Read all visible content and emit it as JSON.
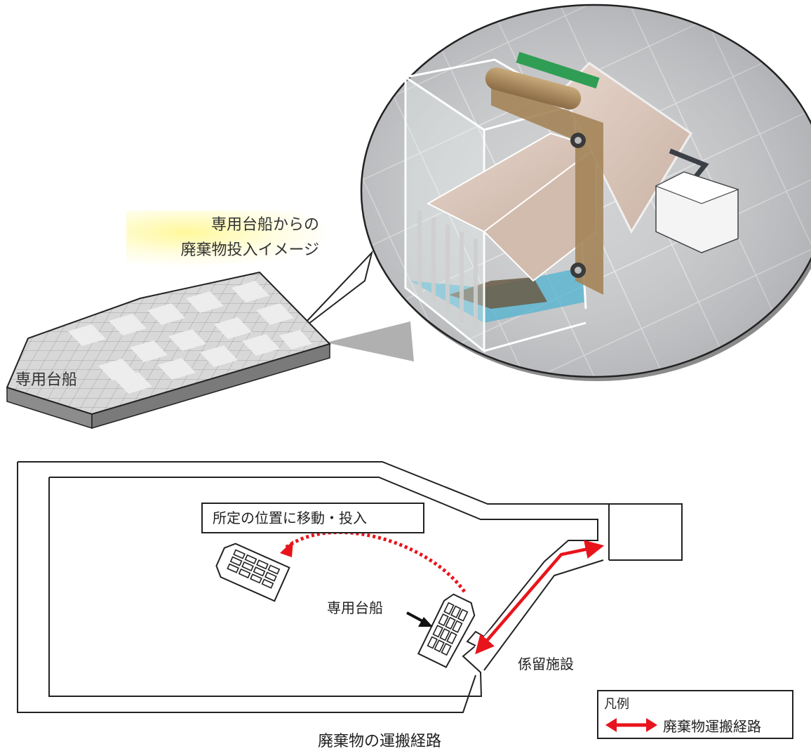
{
  "illustration": {
    "caption_line1": "専用台船からの",
    "caption_line2": "廃棄物投入イメージ",
    "barge_label": "専用台船"
  },
  "plan": {
    "step_label": "所定の位置に移動・投入",
    "barge_label": "専用台船",
    "mooring_label": "係留施設",
    "caption": "廃棄物の運搬経路"
  },
  "legend": {
    "title": "凡例",
    "item_label": "廃棄物運搬経路",
    "item_color": "#e8141c"
  },
  "colors": {
    "route_red": "#e8141c",
    "grid_gray": "#9a9a9a",
    "deck_gray": "#d8d8d8",
    "container_tan": "#d9c6bb",
    "roller_brown": "#a48458",
    "water_blue": "#4fb3d0",
    "accent_green": "#2f9e54"
  },
  "icons": [
    "black-arrow-icon",
    "red-double-arrow-icon"
  ]
}
